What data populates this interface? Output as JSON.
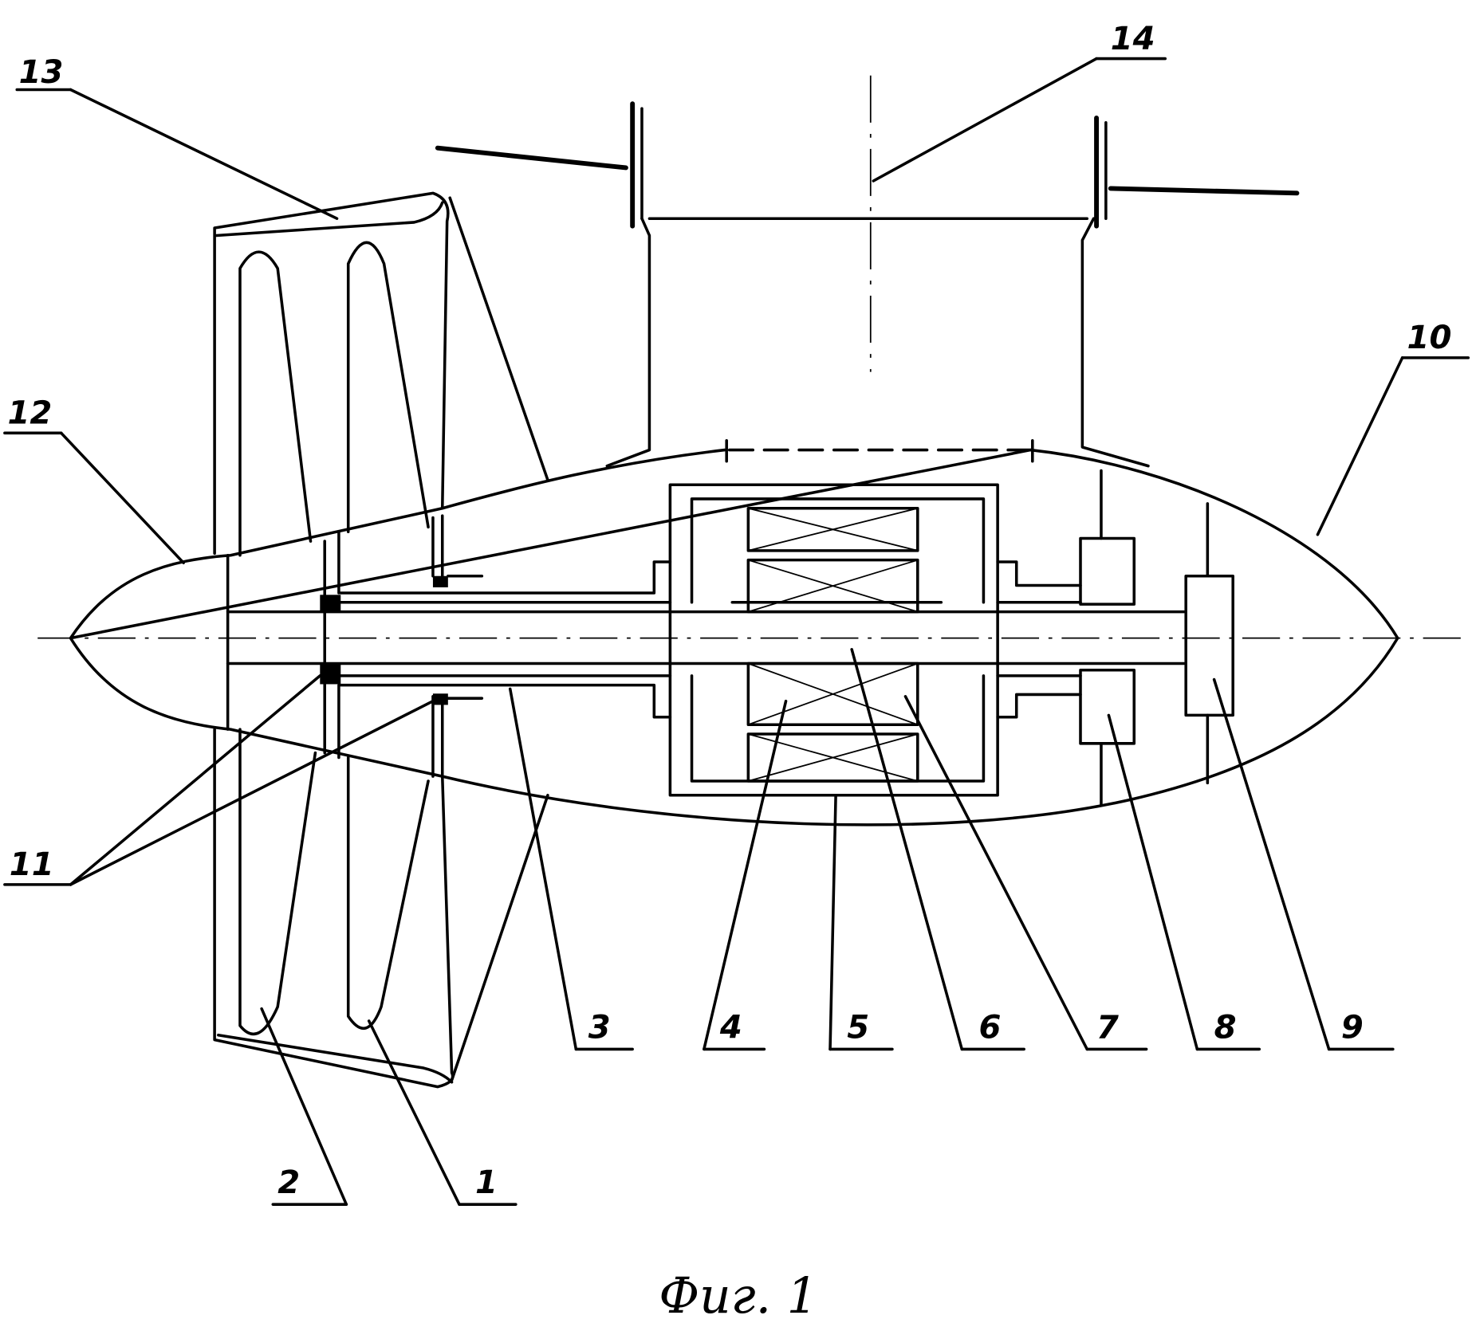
{
  "figure": {
    "caption": "Фиг. 1",
    "labels": {
      "l1": "1",
      "l2": "2",
      "l3": "3",
      "l4": "4",
      "l5": "5",
      "l6": "6",
      "l7": "7",
      "l8": "8",
      "l9": "9",
      "l10": "10",
      "l11": "11",
      "l12": "12",
      "l13": "13",
      "l14": "14"
    }
  }
}
